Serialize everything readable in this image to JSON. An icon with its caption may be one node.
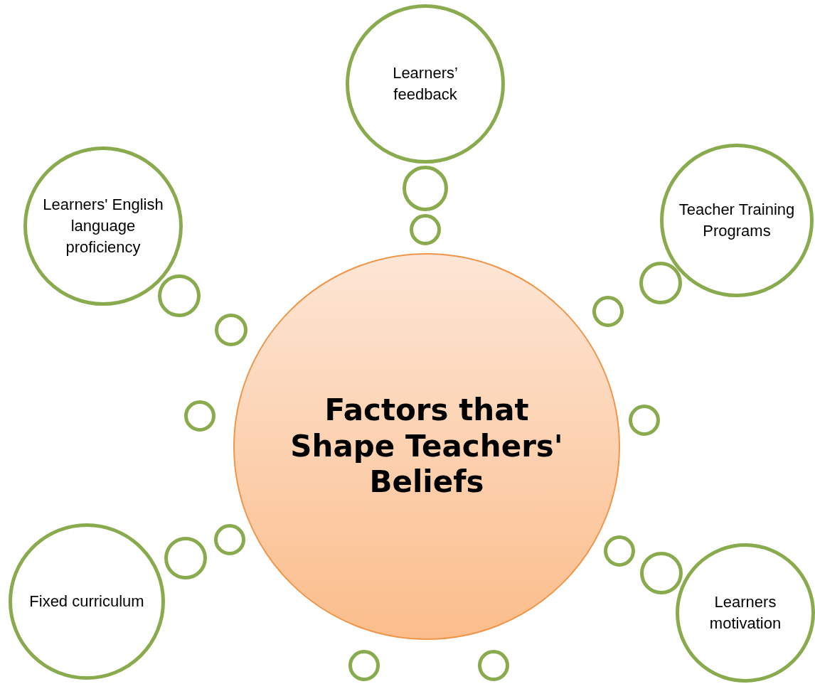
{
  "diagram": {
    "nodes": [
      {
        "text": [
          "Learners’ feedback"
        ]
      },
      {
        "text": [
          "Learners' English language proficiency"
        ]
      },
      {
        "text": [
          "Teacher Training Programs"
        ]
      },
      {
        "text": [
          "Factors that Shape Teachers' Beliefs"
        ]
      },
      {
        "text": [
          "Fixed curriculum"
        ]
      },
      {
        "text": [
          "Learners motivation"
        ]
      },
      {
        "text": [],
        "shape": "circle"
      },
      {
        "text": [],
        "shape": "circle"
      },
      {
        "text": [],
        "shape": "circle"
      },
      {
        "text": [],
        "shape": "circle"
      },
      {
        "text": [],
        "shape": "circle"
      },
      {
        "text": [],
        "shape": "circle"
      },
      {
        "text": [],
        "shape": "circle"
      },
      {
        "text": [],
        "shape": "circle"
      },
      {
        "text": [],
        "shape": "circle"
      },
      {
        "text": [],
        "shape": "circle"
      },
      {
        "text": [],
        "shape": "circle"
      },
      {
        "text": [],
        "shape": "circle"
      },
      {
        "text": [],
        "shape": "circle"
      },
      {
        "text": [],
        "shape": "circle"
      }
    ]
  }
}
